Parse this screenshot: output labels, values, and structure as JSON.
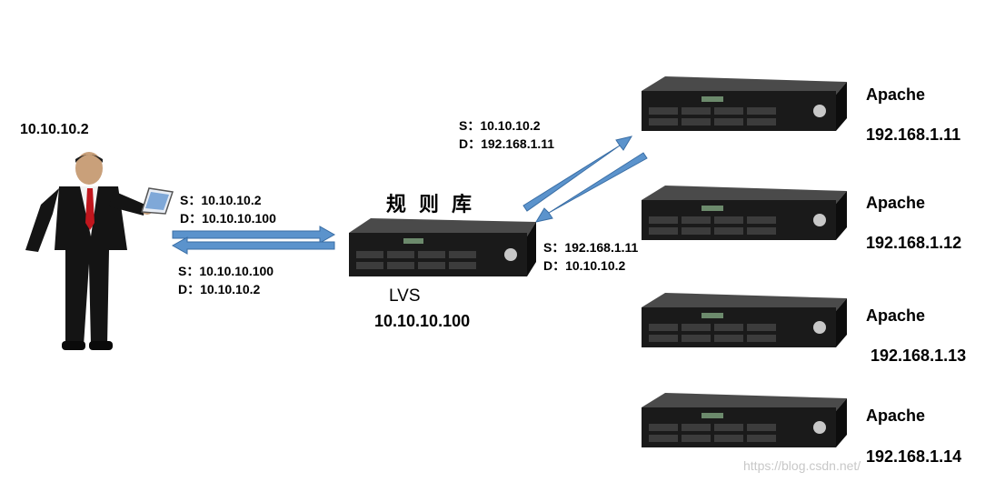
{
  "client": {
    "ip": "10.10.10.2",
    "request_src": "S：10.10.10.2",
    "request_dst": "D：10.10.10.100",
    "reply_src": "S：10.10.10.100",
    "reply_dst": "D：10.10.10.2"
  },
  "lvs": {
    "rules_label": "规则库",
    "name": "LVS",
    "ip": "10.10.10.100",
    "forward_src": "S：10.10.10.2",
    "forward_dst": "D：192.168.1.11",
    "back_src": "S：192.168.1.11",
    "back_dst": "D：10.10.10.2"
  },
  "servers": [
    {
      "name": "Apache",
      "ip": "192.168.1.11"
    },
    {
      "name": "Apache",
      "ip": "192.168.1.12"
    },
    {
      "name": "Apache",
      "ip": "192.168.1.13"
    },
    {
      "name": "Apache",
      "ip": "192.168.1.14"
    }
  ],
  "watermark": "https://blog.csdn.net/",
  "colors": {
    "arrow": "#5b93cc",
    "arrow_edge": "#3a6ea5",
    "server_body": "#1a1a1a"
  }
}
